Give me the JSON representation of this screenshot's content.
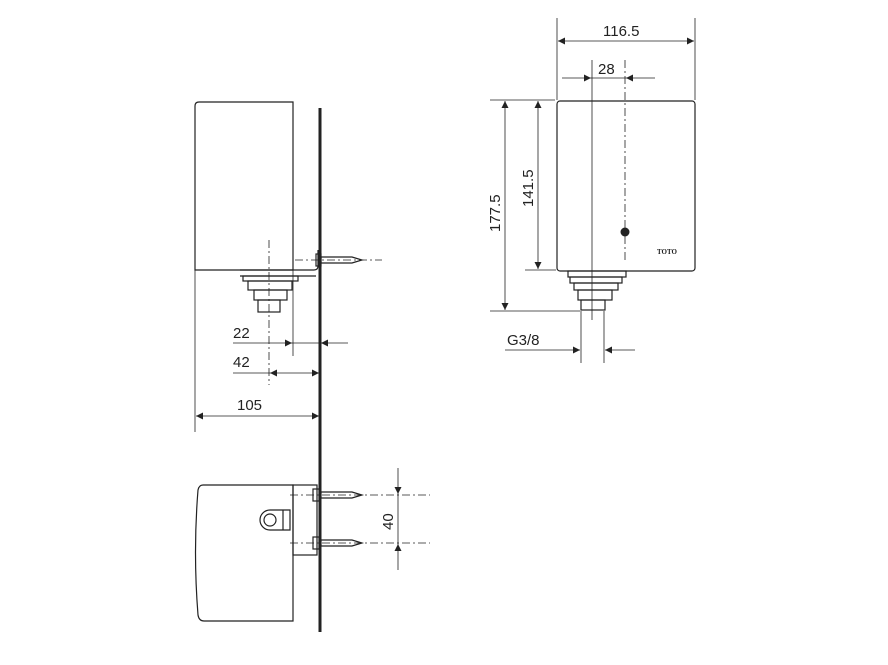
{
  "side_view": {
    "dims": {
      "d22": "22",
      "d42": "42",
      "d105": "105"
    }
  },
  "front_view": {
    "dims": {
      "width": "116.5",
      "offset": "28",
      "height_total": "177.5",
      "height_body": "141.5",
      "thread": "G3/8"
    },
    "logo": "TOTO"
  },
  "bottom_view": {
    "dims": {
      "screw_spacing": "40"
    }
  }
}
